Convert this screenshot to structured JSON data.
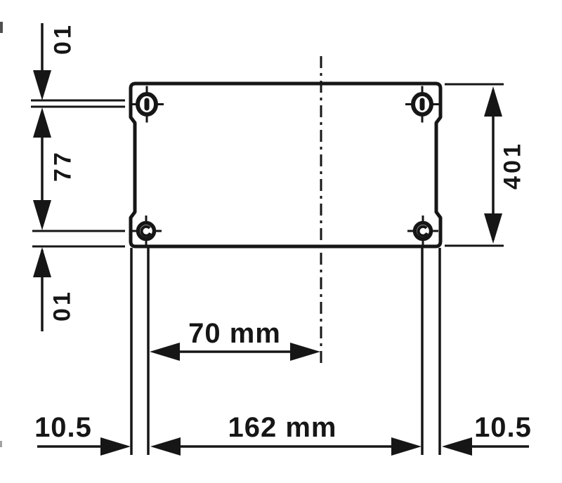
{
  "colors": {
    "ink": "#161616",
    "background": "#ffffff"
  },
  "dimensions": {
    "top_offset": {
      "label": "10"
    },
    "hole_spacing": {
      "label": "77"
    },
    "bottom_offset": {
      "label": "10"
    },
    "overall_height": {
      "label": "104"
    },
    "center_offset": {
      "label": "70 mm"
    },
    "feet_spacing": {
      "label": "162 mm"
    },
    "left_margin": {
      "label": "10.5"
    },
    "right_margin": {
      "label": "10.5"
    }
  }
}
